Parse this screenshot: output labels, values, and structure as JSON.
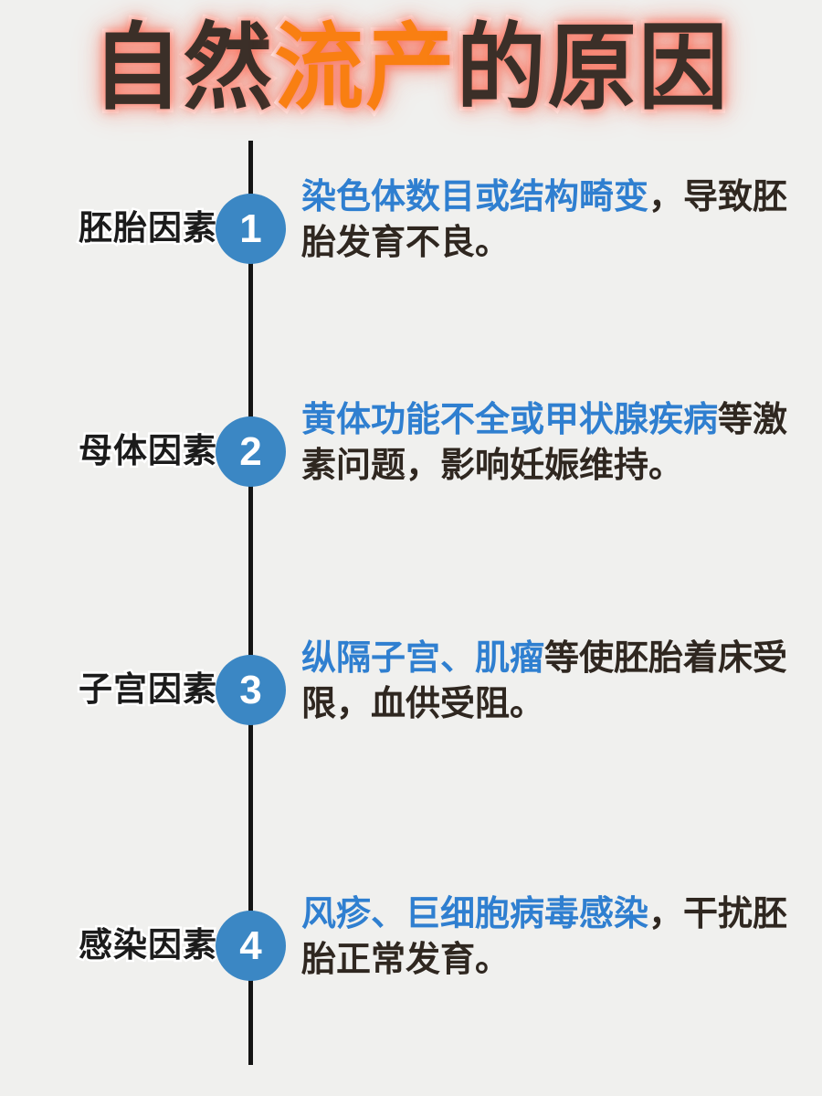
{
  "page": {
    "background_color": "#f0f0ee",
    "accent_blue": "#3b87c4",
    "highlight_blue": "#2f7fd0",
    "accent_orange": "#f97f12",
    "title_dark": "#3b2f28",
    "glow_color": "#f67662"
  },
  "title": {
    "full_text": "自然流产的原因",
    "part_1": "自然",
    "part_2_accent": "流产",
    "part_3": "的原因"
  },
  "timeline": {
    "items": [
      {
        "number": "1",
        "label": "胚胎因素",
        "highlight": "染色体数目或结构畸变",
        "rest": "，导致胚胎发育不良。",
        "full_text": "染色体数目或结构畸变，导致胚胎发育不良。"
      },
      {
        "number": "2",
        "label": "母体因素",
        "highlight": "黄体功能不全或甲状腺疾病",
        "rest": "等激素问题，影响妊娠维持。",
        "full_text": "黄体功能不全或甲状腺疾病等激素问题，影响妊娠维持。"
      },
      {
        "number": "3",
        "label": "子宫因素",
        "highlight": "纵隔子宫、肌瘤",
        "rest": "等使胚胎着床受限，血供受阻。",
        "full_text": "纵隔子宫、肌瘤等使胚胎着床受限，血供受阻。"
      },
      {
        "number": "4",
        "label": "感染因素",
        "highlight": "风疹、巨细胞病毒感染",
        "rest": "，干扰胚胎正常发育。",
        "full_text": "风疹、巨细胞病毒感染，干扰胚胎正常发育。"
      }
    ]
  }
}
